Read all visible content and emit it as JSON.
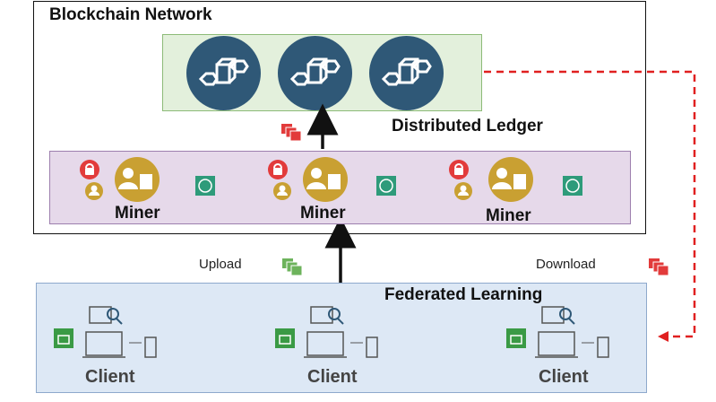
{
  "blockchain": {
    "title": "Blockchain Network",
    "ledger_label": "Distributed Ledger"
  },
  "miners": [
    {
      "label": "Miner"
    },
    {
      "label": "Miner"
    },
    {
      "label": "Miner"
    }
  ],
  "federated": {
    "title": "Federated Learning"
  },
  "clients": [
    {
      "label": "Client"
    },
    {
      "label": "Client"
    },
    {
      "label": "Client"
    }
  ],
  "flows": {
    "upload": "Upload",
    "download": "Download"
  },
  "colors": {
    "block_node": "#2f5877",
    "ledger_fill": "#e3f0dc",
    "miner_fill": "#e6d9ea",
    "fl_fill": "#dde8f5",
    "gold": "#c9a032",
    "red": "#e23b3b",
    "teal": "#2e9b7a",
    "dashed_arrow": "#e02020"
  },
  "icons": [
    "blockchain-cube-icon",
    "miner-user-icon",
    "lock-icon",
    "brain-model-icon",
    "document-stack-icon",
    "laptop-icon",
    "phone-icon",
    "search-icon"
  ]
}
